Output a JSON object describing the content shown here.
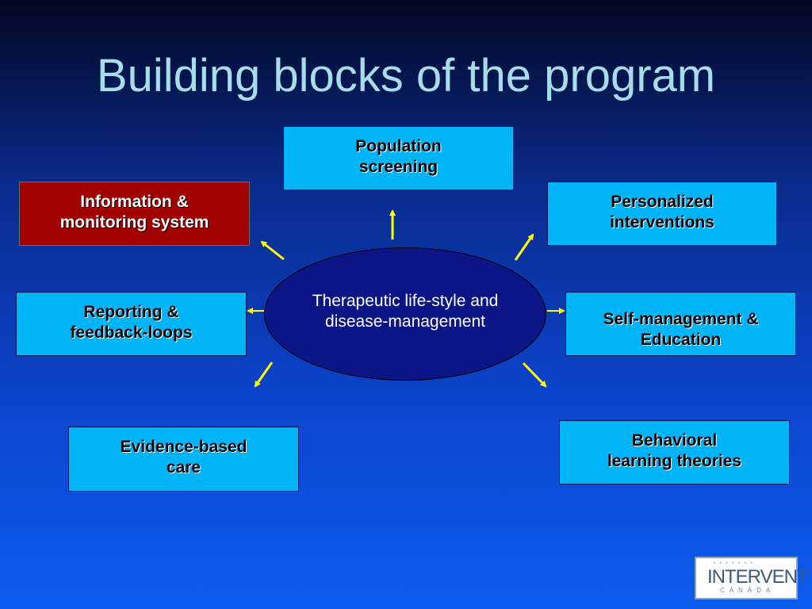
{
  "slide": {
    "title": "Building blocks of the program"
  },
  "diagram": {
    "center": "Therapeutic life-style and\ndisease-management",
    "blocks": {
      "population": "Population\nscreening",
      "information": "Information &\nmonitoring system",
      "personalized": "Personalized\ninterventions",
      "reporting": "Reporting &\nfeedback-loops",
      "self_management": "Self-management &\nEducation",
      "evidence": "Evidence-based\ncare",
      "behavioral": "Behavioral\nlearning theories"
    }
  },
  "logo": {
    "name": "INTERVENT",
    "subtitle": "CANADA"
  },
  "colors": {
    "block_fill": "#00b4f8",
    "highlight_block_fill": "#a00000",
    "center_fill": "#0b1585",
    "arrow": "#ffff00",
    "title": "#a8dcea"
  }
}
